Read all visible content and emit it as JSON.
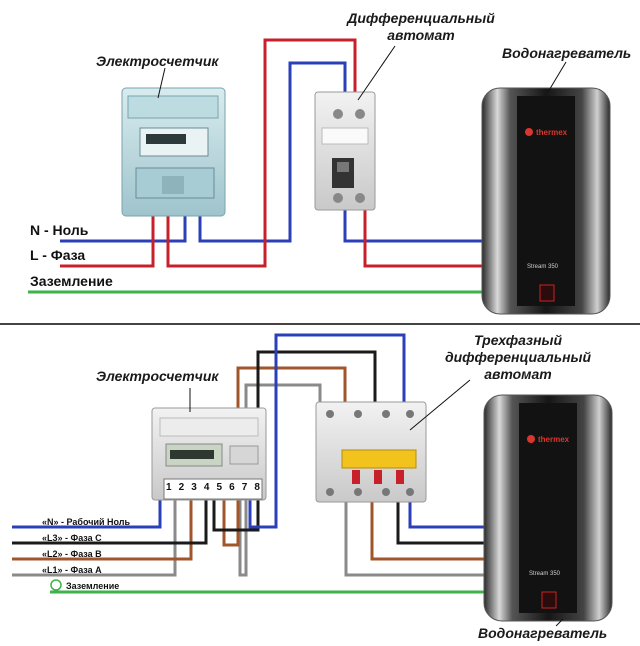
{
  "top": {
    "meter_label": "Электросчетчик",
    "rcbo_label_1": "Дифференциальный",
    "rcbo_label_2": "автомат",
    "heater_label": "Водонагреватель",
    "wire_n": "N - Ноль",
    "wire_l": "L - Фаза",
    "wire_pe": "Заземление",
    "heater_brand": "thermex",
    "heater_model": "Stream 350"
  },
  "bottom": {
    "meter_label": "Электросчетчик",
    "rcbo_label_1": "Трехфазный",
    "rcbo_label_2": "дифференциальный",
    "rcbo_label_3": "автомат",
    "heater_label": "Водонагреватель",
    "wires": [
      "«N» - Рабочий Ноль",
      "«L3» - Фаза С",
      "«L2» - Фаза В",
      "«L1» - Фаза А",
      "Заземление"
    ],
    "terminals": [
      "1",
      "2",
      "3",
      "4",
      "5",
      "6",
      "7",
      "8"
    ],
    "heater_brand": "thermex",
    "heater_model": "Stream 350"
  },
  "colors": {
    "neutral": "#2a3fb8",
    "phase_single": "#c8202a",
    "earth": "#3db34a",
    "l3": "#1a1a1a",
    "l2": "#a0552a",
    "l1": "#8a8a8a"
  }
}
